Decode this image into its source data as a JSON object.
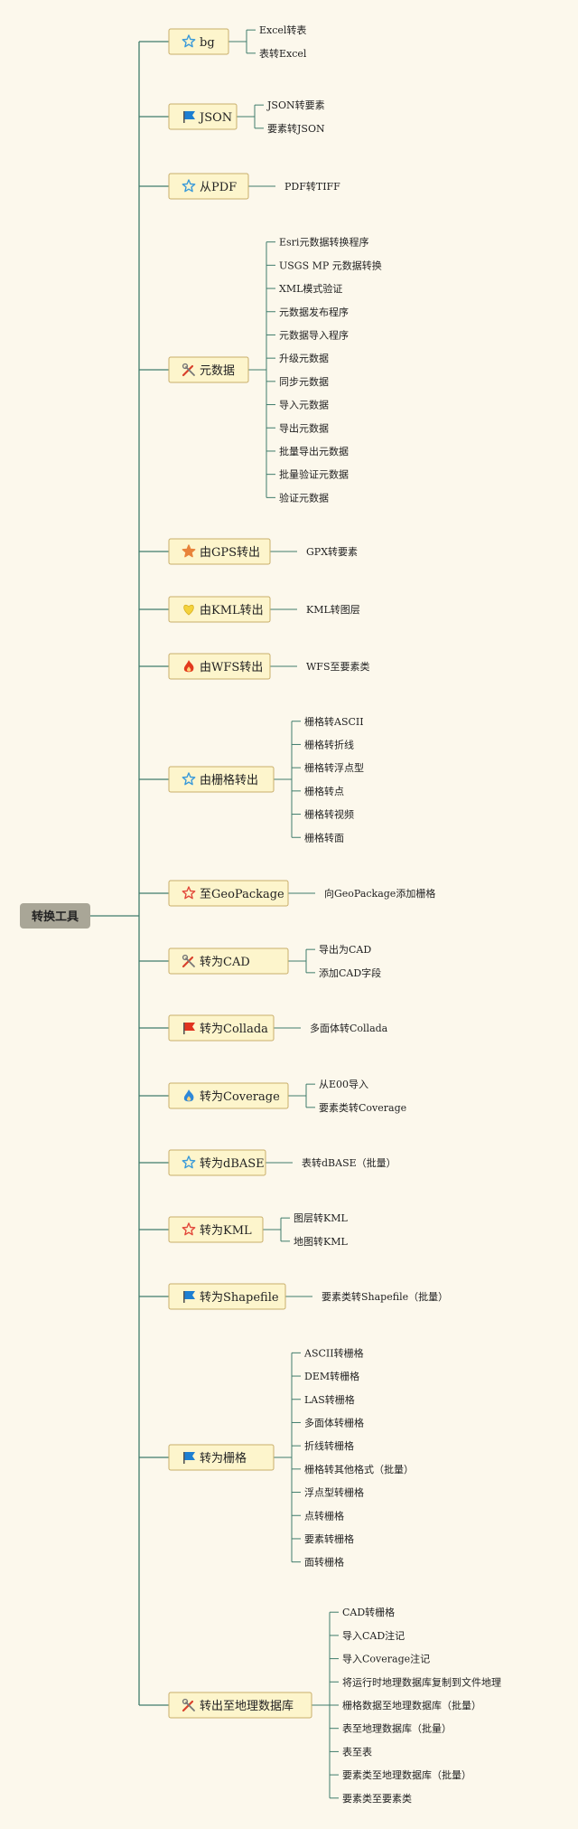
{
  "root": {
    "label": "转换工具"
  },
  "colors": {
    "background": "#fcf8ec",
    "line": "#3f7c6c",
    "topic_fill": "#fdf5cc",
    "topic_border": "#c9ae6a",
    "root_fill": "#a9a697",
    "root_text": "#222222"
  },
  "branches": [
    {
      "label": "bg",
      "icon": "star-outline-icon",
      "icon_color": "#3a9ad9",
      "children": [
        "Excel转表",
        "表转Excel"
      ]
    },
    {
      "label": "JSON",
      "icon": "flag-icon",
      "icon_color": "#1d7fd1",
      "children": [
        "JSON转要素",
        "要素转JSON"
      ]
    },
    {
      "label": "从PDF",
      "icon": "star-outline-icon",
      "icon_color": "#3a9ad9",
      "children": [
        "PDF转TIFF"
      ]
    },
    {
      "label": "元数据",
      "icon": "tools-icon",
      "icon_color": "#d9412b",
      "children": [
        "Esri元数据转换程序",
        "USGS MP 元数据转换",
        "XML模式验证",
        "元数据发布程序",
        "元数据导入程序",
        "升级元数据",
        "同步元数据",
        "导入元数据",
        "导出元数据",
        "批量导出元数据",
        "批量验证元数据",
        "验证元数据"
      ]
    },
    {
      "label": "由GPS转出",
      "icon": "star-filled-icon",
      "icon_color": "#e8833a",
      "children": [
        "GPX转要素"
      ]
    },
    {
      "label": "由KML转出",
      "icon": "heart-icon",
      "icon_color": "#f4d23c",
      "children": [
        "KML转图层"
      ]
    },
    {
      "label": "由WFS转出",
      "icon": "flame-icon",
      "icon_color": "#e23a1d",
      "children": [
        "WFS至要素类"
      ]
    },
    {
      "label": "由栅格转出",
      "icon": "star-outline-icon",
      "icon_color": "#3a9ad9",
      "children": [
        "栅格转ASCII",
        "栅格转折线",
        "栅格转浮点型",
        "栅格转点",
        "栅格转视频",
        "栅格转面"
      ]
    },
    {
      "label": "至GeoPackage",
      "icon": "star-outline-icon",
      "icon_color": "#e2483a",
      "children": [
        "向GeoPackage添加栅格"
      ]
    },
    {
      "label": "转为CAD",
      "icon": "tools-icon",
      "icon_color": "#d9412b",
      "children": [
        "导出为CAD",
        "添加CAD字段"
      ]
    },
    {
      "label": "转为Collada",
      "icon": "flag-icon",
      "icon_color": "#e0331f",
      "children": [
        "多面体转Collada"
      ]
    },
    {
      "label": "转为Coverage",
      "icon": "flame-icon",
      "icon_color": "#2f88d8",
      "children": [
        "从E00导入",
        "要素类转Coverage"
      ]
    },
    {
      "label": "转为dBASE",
      "icon": "star-outline-icon",
      "icon_color": "#3a9ad9",
      "children": [
        "表转dBASE（批量）"
      ]
    },
    {
      "label": "转为KML",
      "icon": "star-outline-icon",
      "icon_color": "#e2483a",
      "children": [
        "图层转KML",
        "地图转KML"
      ]
    },
    {
      "label": "转为Shapefile",
      "icon": "flag-icon",
      "icon_color": "#1d7fd1",
      "children": [
        "要素类转Shapefile（批量）"
      ]
    },
    {
      "label": "转为栅格",
      "icon": "flag-icon",
      "icon_color": "#1d7fd1",
      "children": [
        "ASCII转栅格",
        "DEM转栅格",
        "LAS转栅格",
        "多面体转栅格",
        "折线转栅格",
        "栅格转其他格式（批量）",
        "浮点型转栅格",
        "点转栅格",
        "要素转栅格",
        "面转栅格"
      ]
    },
    {
      "label": "转出至地理数据库",
      "icon": "tools-icon",
      "icon_color": "#d9412b",
      "children": [
        "CAD转栅格",
        "导入CAD注记",
        "导入Coverage注记",
        "将运行时地理数据库复制到文件地理",
        "栅格数据至地理数据库（批量）",
        "表至地理数据库（批量）",
        "表至表",
        "要素类至地理数据库（批量）",
        "要素类至要素类"
      ]
    }
  ]
}
